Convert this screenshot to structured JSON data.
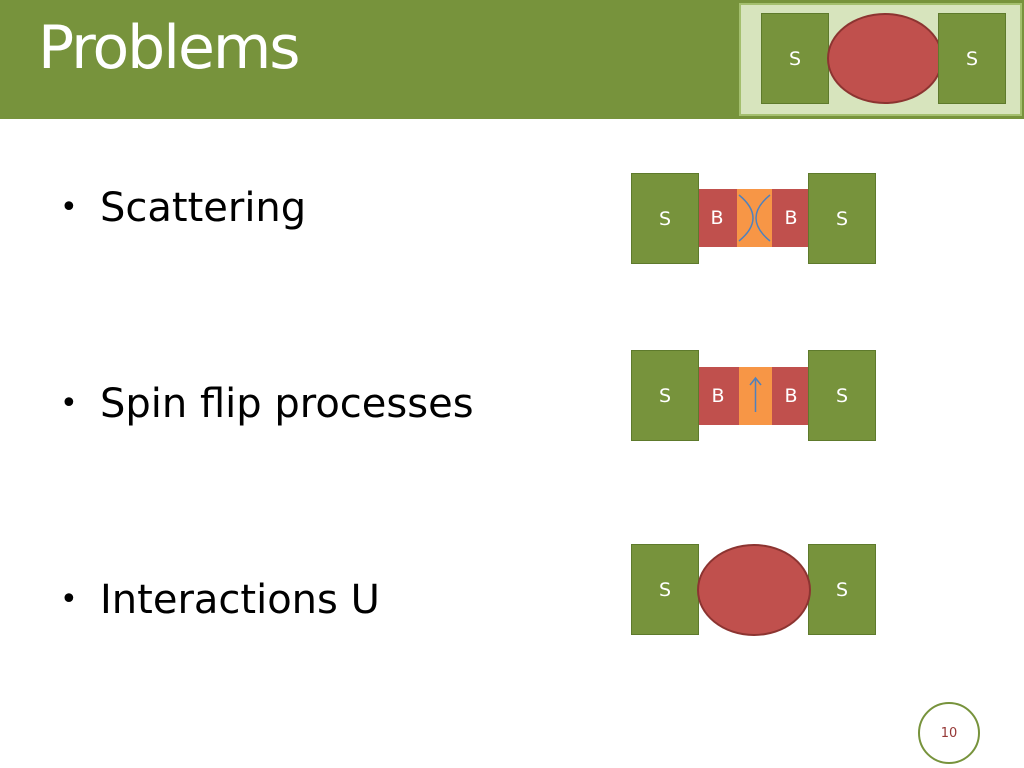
{
  "slide": {
    "title": "Problems",
    "page_number": "10"
  },
  "header_diagram": {
    "left_label": "S",
    "right_label": "S"
  },
  "bullets": [
    {
      "text": "Scattering",
      "symbol": "•"
    },
    {
      "text": "Spin flip processes",
      "symbol": "•"
    },
    {
      "text": "Interactions U",
      "symbol": "•"
    }
  ],
  "diagrams": {
    "scattering": {
      "left_s": "S",
      "left_b": "B",
      "right_b": "B",
      "right_s": "S"
    },
    "spin_flip": {
      "left_s": "S",
      "left_b": "B",
      "right_b": "B",
      "right_s": "S",
      "arrow_icon": "up-arrow"
    },
    "interactions": {
      "left_s": "S",
      "right_s": "S"
    }
  },
  "colors": {
    "header": "#77933c",
    "superconductor": "#77933c",
    "barrier": "#c0504d",
    "dot": "#f79646",
    "arrow": "#4f81bd"
  }
}
